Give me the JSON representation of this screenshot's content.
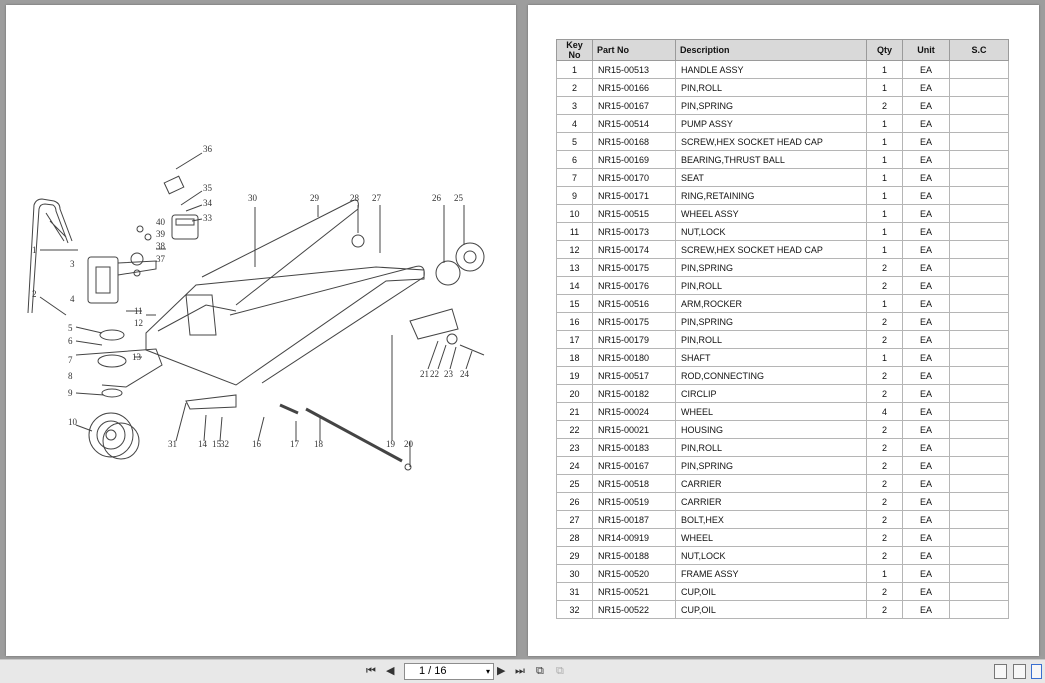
{
  "table": {
    "headers": [
      "Key No",
      "Part No",
      "Description",
      "Qty",
      "Unit",
      "S.C"
    ],
    "rows": [
      [
        "1",
        "NR15-00513",
        "HANDLE ASSY",
        "1",
        "EA",
        ""
      ],
      [
        "2",
        "NR15-00166",
        "PIN,ROLL",
        "1",
        "EA",
        ""
      ],
      [
        "3",
        "NR15-00167",
        "PIN,SPRING",
        "2",
        "EA",
        ""
      ],
      [
        "4",
        "NR15-00514",
        "PUMP ASSY",
        "1",
        "EA",
        ""
      ],
      [
        "5",
        "NR15-00168",
        "SCREW,HEX SOCKET HEAD CAP",
        "1",
        "EA",
        ""
      ],
      [
        "6",
        "NR15-00169",
        "BEARING,THRUST BALL",
        "1",
        "EA",
        ""
      ],
      [
        "7",
        "NR15-00170",
        "SEAT",
        "1",
        "EA",
        ""
      ],
      [
        "9",
        "NR15-00171",
        "RING,RETAINING",
        "1",
        "EA",
        ""
      ],
      [
        "10",
        "NR15-00515",
        "WHEEL ASSY",
        "1",
        "EA",
        ""
      ],
      [
        "11",
        "NR15-00173",
        "NUT,LOCK",
        "1",
        "EA",
        ""
      ],
      [
        "12",
        "NR15-00174",
        "SCREW,HEX SOCKET HEAD CAP",
        "1",
        "EA",
        ""
      ],
      [
        "13",
        "NR15-00175",
        "PIN,SPRING",
        "2",
        "EA",
        ""
      ],
      [
        "14",
        "NR15-00176",
        "PIN,ROLL",
        "2",
        "EA",
        ""
      ],
      [
        "15",
        "NR15-00516",
        "ARM,ROCKER",
        "1",
        "EA",
        ""
      ],
      [
        "16",
        "NR15-00175",
        "PIN,SPRING",
        "2",
        "EA",
        ""
      ],
      [
        "17",
        "NR15-00179",
        "PIN,ROLL",
        "2",
        "EA",
        ""
      ],
      [
        "18",
        "NR15-00180",
        "SHAFT",
        "1",
        "EA",
        ""
      ],
      [
        "19",
        "NR15-00517",
        "ROD,CONNECTING",
        "2",
        "EA",
        ""
      ],
      [
        "20",
        "NR15-00182",
        "CIRCLIP",
        "2",
        "EA",
        ""
      ],
      [
        "21",
        "NR15-00024",
        "WHEEL",
        "4",
        "EA",
        ""
      ],
      [
        "22",
        "NR15-00021",
        "HOUSING",
        "2",
        "EA",
        ""
      ],
      [
        "23",
        "NR15-00183",
        "PIN,ROLL",
        "2",
        "EA",
        ""
      ],
      [
        "24",
        "NR15-00167",
        "PIN,SPRING",
        "2",
        "EA",
        ""
      ],
      [
        "25",
        "NR15-00518",
        "CARRIER",
        "2",
        "EA",
        ""
      ],
      [
        "26",
        "NR15-00519",
        "CARRIER",
        "2",
        "EA",
        ""
      ],
      [
        "27",
        "NR15-00187",
        "BOLT,HEX",
        "2",
        "EA",
        ""
      ],
      [
        "28",
        "NR14-00919",
        "WHEEL",
        "2",
        "EA",
        ""
      ],
      [
        "29",
        "NR15-00188",
        "NUT,LOCK",
        "2",
        "EA",
        ""
      ],
      [
        "30",
        "NR15-00520",
        "FRAME ASSY",
        "1",
        "EA",
        ""
      ],
      [
        "31",
        "NR15-00521",
        "CUP,OIL",
        "2",
        "EA",
        ""
      ],
      [
        "32",
        "NR15-00522",
        "CUP,OIL",
        "2",
        "EA",
        ""
      ]
    ]
  },
  "diagram": {
    "callouts": [
      "36",
      "35",
      "34",
      "33",
      "40",
      "39",
      "38",
      "37",
      "1",
      "3",
      "2",
      "4",
      "11",
      "12",
      "5",
      "6",
      "7",
      "8",
      "9",
      "10",
      "13",
      "31",
      "14",
      "15",
      "32",
      "16",
      "17",
      "18",
      "19",
      "20",
      "21",
      "22",
      "23",
      "24",
      "30",
      "29",
      "28",
      "27",
      "26",
      "25"
    ]
  },
  "toolbar": {
    "page_indicator": "1 / 16",
    "first_page_icon": "first-page-icon",
    "prev_page_icon": "prev-page-icon",
    "next_page_icon": "next-page-icon",
    "last_page_icon": "last-page-icon"
  }
}
